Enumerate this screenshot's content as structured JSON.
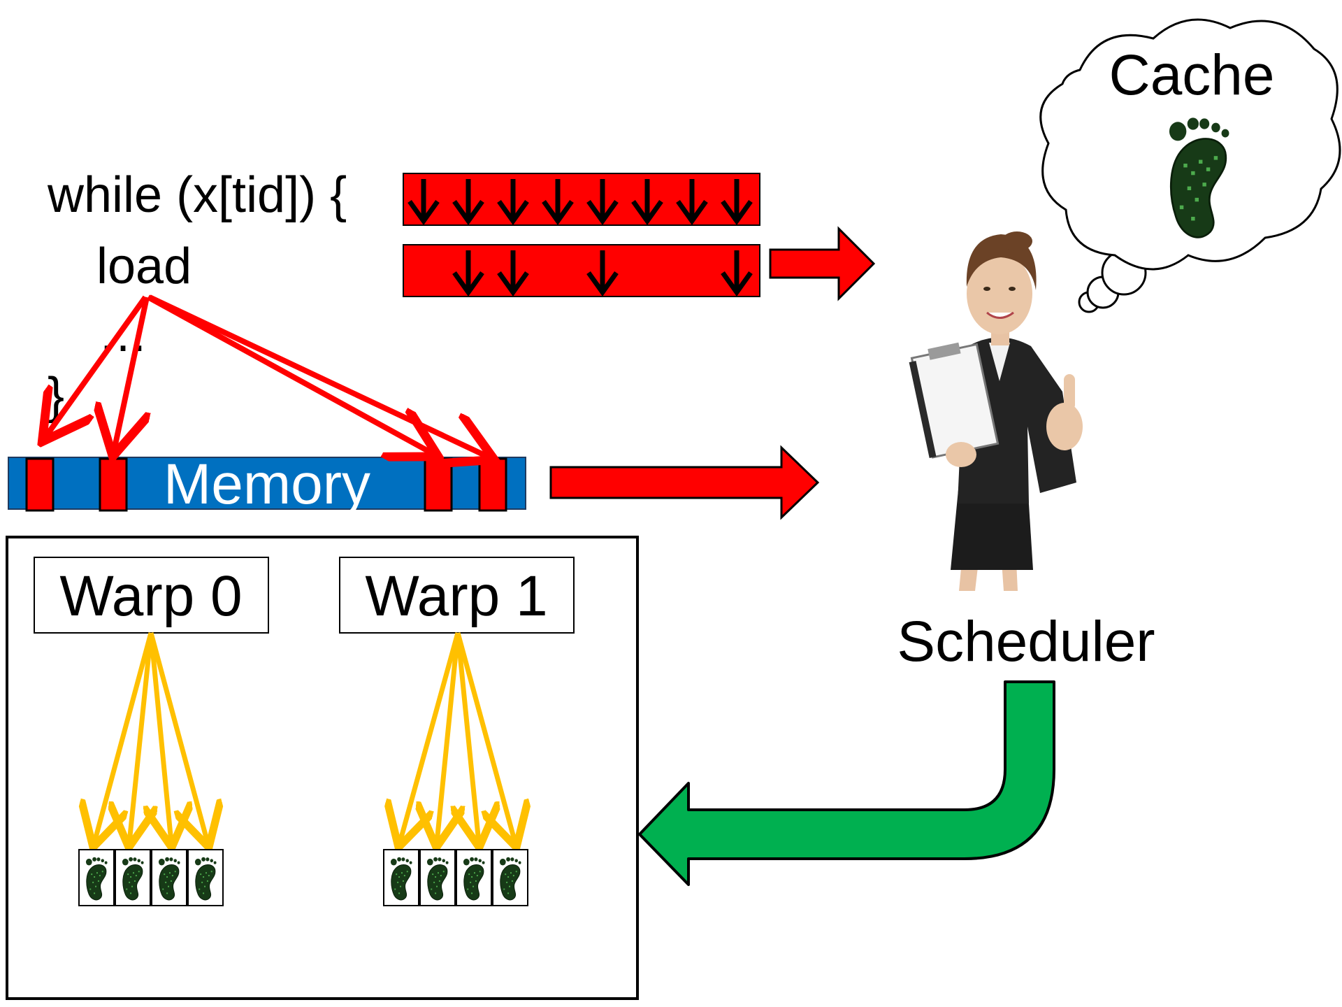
{
  "code": {
    "line1": "while (x[tid]) {",
    "line2": "load",
    "line3": "…",
    "line4": "}"
  },
  "memory_label": "Memory",
  "warps": [
    {
      "label": "Warp 0",
      "threads": 4
    },
    {
      "label": "Warp 1",
      "threads": 4
    }
  ],
  "scheduler_label": "Scheduler",
  "cache_label": "Cache",
  "access_patterns": {
    "all_threads": [
      1,
      1,
      1,
      1,
      1,
      1,
      1,
      1
    ],
    "loaded_threads": [
      0,
      1,
      1,
      0,
      1,
      0,
      0,
      1
    ]
  },
  "colors": {
    "red": "#ff0000",
    "memory_blue": "#0070c0",
    "feedback_green": "#00b050",
    "warp_arrows": "#ffc000",
    "footprint": "#1a3a1a"
  },
  "icons": [
    "footprint-icon",
    "businesswoman-illustration",
    "thought-cloud"
  ]
}
